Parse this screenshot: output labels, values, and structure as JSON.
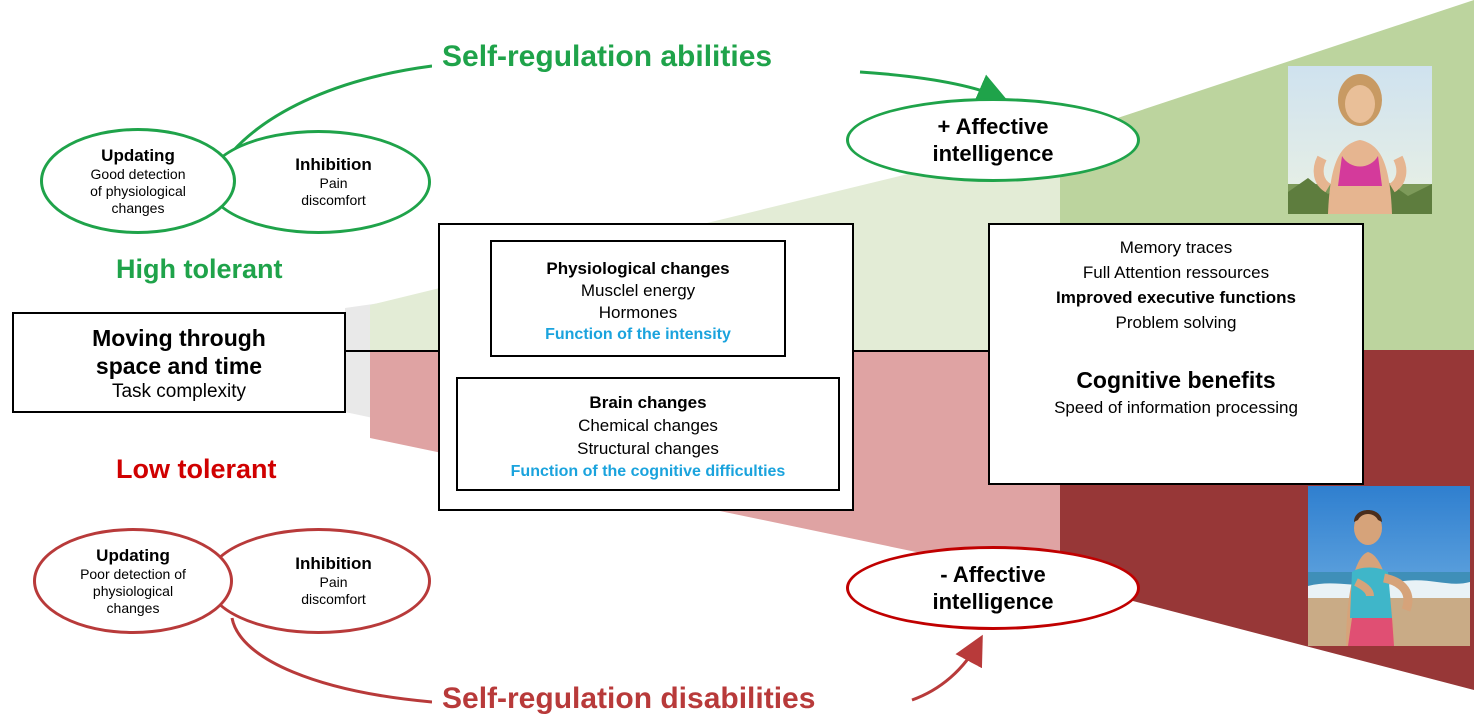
{
  "top_heading": "Self-regulation abilities",
  "bottom_heading": "Self-regulation disabilities",
  "high_tolerant": "High tolerant",
  "low_tolerant": "Low tolerant",
  "high": {
    "updating_title": "Updating",
    "updating_lines": [
      "Good detection",
      "of physiological",
      "changes"
    ],
    "inhibition_title": "Inhibition",
    "inhibition_lines": [
      "Pain",
      "discomfort"
    ],
    "affective_lines": [
      "+ Affective",
      "intelligence"
    ]
  },
  "low": {
    "updating_title": "Updating",
    "updating_lines": [
      "Poor detection of",
      "physiological",
      "changes"
    ],
    "inhibition_title": "Inhibition",
    "inhibition_lines": [
      "Pain",
      "discomfort"
    ],
    "affective_lines": [
      "- Affective",
      "intelligence"
    ]
  },
  "moving": {
    "title_lines": [
      "Moving through",
      "space and time"
    ],
    "subtitle": "Task complexity"
  },
  "physiological": {
    "title": "Physiological changes",
    "lines": [
      "Musclel energy",
      "Hormones"
    ],
    "highlight": "Function of the intensity"
  },
  "brain": {
    "title": "Brain changes",
    "lines": [
      "Chemical changes",
      "Structural changes"
    ],
    "highlight": "Function of the cognitive difficulties"
  },
  "benefits": {
    "lines": [
      "Memory traces",
      "Full Attention ressources"
    ],
    "bold_line": "Improved executive functions",
    "line4": "Problem solving",
    "title": "Cognitive benefits",
    "subtitle": "Speed of information processing"
  },
  "colors": {
    "green": "#1fa34a",
    "red": "#d00000",
    "ellipse_red": "#b83a3a",
    "highlight_blue": "#1aa3dd",
    "wedge_green_light": "#e3ecd6",
    "wedge_green": "#bcd49e",
    "wedge_red_light": "#e3a5a5",
    "wedge_red": "#973737"
  }
}
